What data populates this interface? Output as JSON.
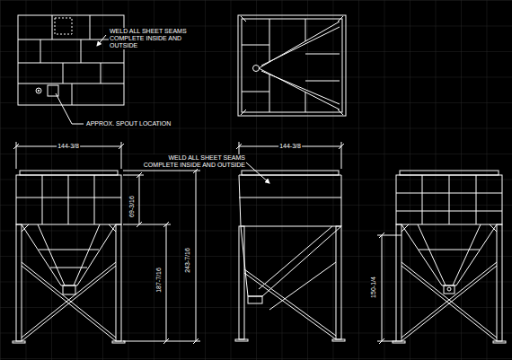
{
  "diagram": {
    "labels": [
      "WELD ALL SHEET SEAMS COMPLETE INSIDE AND OUTSIDE",
      "APPROX. SPOUT LOCATION",
      "144-3/8",
      "WELD ALL SHEET SEAMS COMPLETE INSIDE AND OUTSIDE",
      "69-3/16",
      "243-7/16",
      "187-7/16",
      "144-3/8",
      "150-1/4"
    ]
  }
}
